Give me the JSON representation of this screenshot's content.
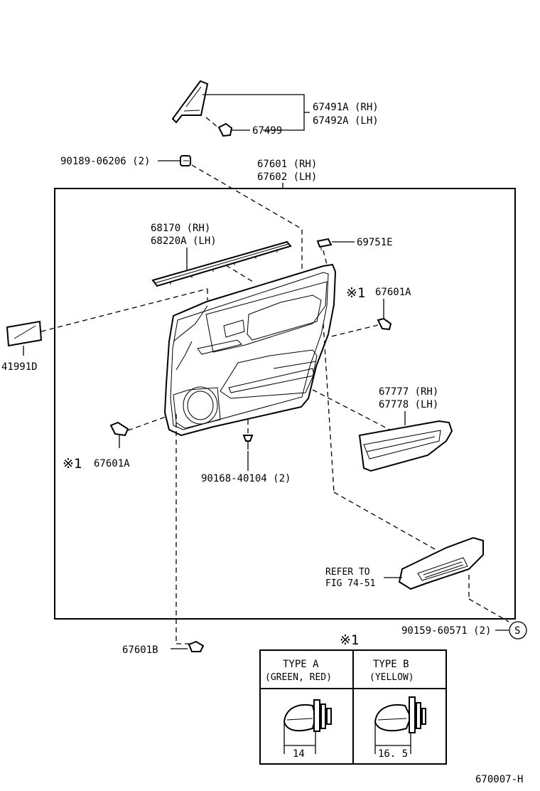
{
  "labels": {
    "moulding_rh": "67491A (RH)",
    "moulding_lh": "67492A (LH)",
    "clip_67499": "67499",
    "screw_top": "90189-06206 (2)",
    "panel_rh": "67601 (RH)",
    "panel_lh": "67602 (LH)",
    "weatherstrip_rh": "68170  (RH)",
    "weatherstrip_lh": "68220A (LH)",
    "bracket": "69751E",
    "mark1_right": "※1",
    "clip_right": "67601A",
    "pad": "41991D",
    "mark1_left": "※1",
    "clip_left": "67601A",
    "screw_bottom": "90168-40104 (2)",
    "pocket_rh": "67777 (RH)",
    "pocket_lh": "67778 (LH)",
    "refer_line1": "REFER TO",
    "refer_line2": "FIG 74-51",
    "screw_s": "90159-60571 (2)",
    "s_mark": "S",
    "clip_b": "67601B",
    "mark1_table": "※1",
    "diagram_code": "670007-H"
  },
  "table": {
    "type_a": {
      "line1": "TYPE  A",
      "line2": "(GREEN, RED)",
      "dimension": "14"
    },
    "type_b": {
      "line1": "TYPE  B",
      "line2": "(YELLOW)",
      "dimension": "16. 5"
    }
  }
}
